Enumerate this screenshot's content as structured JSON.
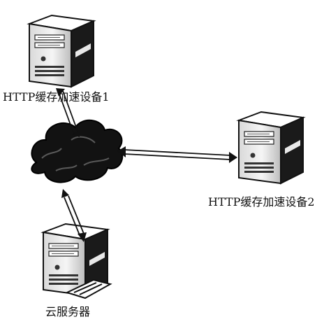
{
  "labels": {
    "device1": "HTTP缓存加速设备1",
    "device2": "HTTP缓存加速设备2",
    "cloud_server": "云服务器"
  },
  "nodes": [
    {
      "id": "device1",
      "icon": "server-tower-icon"
    },
    {
      "id": "device2",
      "icon": "server-tower-icon"
    },
    {
      "id": "cloud_server",
      "icon": "server-tower-icon"
    },
    {
      "id": "network",
      "icon": "cloud-icon"
    }
  ],
  "connections": [
    {
      "from": "device1",
      "to": "network",
      "style": "double-arrow"
    },
    {
      "from": "network",
      "to": "device2",
      "style": "double-arrow"
    },
    {
      "from": "network",
      "to": "cloud_server",
      "style": "double-arrow"
    }
  ]
}
